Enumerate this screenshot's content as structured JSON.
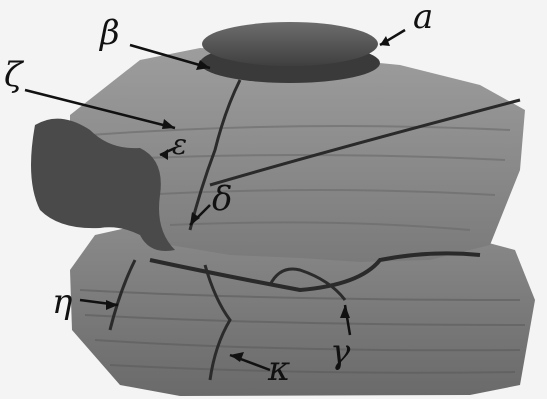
{
  "labels": {
    "alpha": "a",
    "beta": "β",
    "zeta": "ζ",
    "epsilon": "ε",
    "delta": "δ",
    "eta": "η",
    "kappa": "κ",
    "gamma": "γ"
  },
  "colors": {
    "background": "#f4f4f4",
    "rock_dark": "#4a4a4a",
    "rock_mid": "#7d7d7d",
    "rock_light": "#a8a8a8",
    "disk": "#5c5c5c",
    "ink": "#111111"
  }
}
